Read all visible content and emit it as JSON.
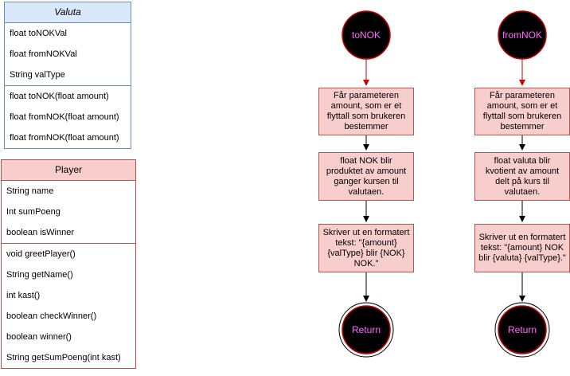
{
  "valuta_class": {
    "name": "Valuta",
    "fields": [
      "float toNOKVal",
      "float fromNOKVal",
      "String valType"
    ],
    "methods": [
      "float toNOK(float amount)",
      "float fromNOK(float amount)",
      "float fromNOK(float amount)"
    ]
  },
  "player_class": {
    "name": "Player",
    "fields": [
      "String name",
      "Int sumPoeng",
      "boolean isWinner"
    ],
    "methods": [
      "void greetPlayer()",
      "String getName()",
      "int kast()",
      "boolean checkWinner()",
      "boolean winner()",
      "String getSumPoeng(int kast)"
    ]
  },
  "flow_to": {
    "start": "toNOK",
    "step1": "Får parameteren amount, som er et flyttall som brukeren bestemmer",
    "step2": "float NOK blir produktet av amount ganger kursen til valutaen.",
    "step3": "Skriver ut en formatert tekst: \"{amount} {valType} blir {NOK} NOK.\"",
    "end": "Return"
  },
  "flow_from": {
    "start": "fromNOK",
    "step1": "Får parameteren amount, som er et flyttall som brukeren bestemmer",
    "step2": "float valuta blir kvotient av amount delt på kurs til valutaen.",
    "step3": "Skriver ut en formatert tekst: \"{amount} NOK blir {valuta} {valType}.\"",
    "end": "Return"
  },
  "colors": {
    "blue_fill": "#dae8fc",
    "blue_stroke": "#6c8ebf",
    "red_fill": "#f8cecc",
    "red_stroke": "#b85450",
    "circle_fill": "#000000",
    "circle_stroke": "#cc0000",
    "circle_text": "#ff66ff"
  }
}
